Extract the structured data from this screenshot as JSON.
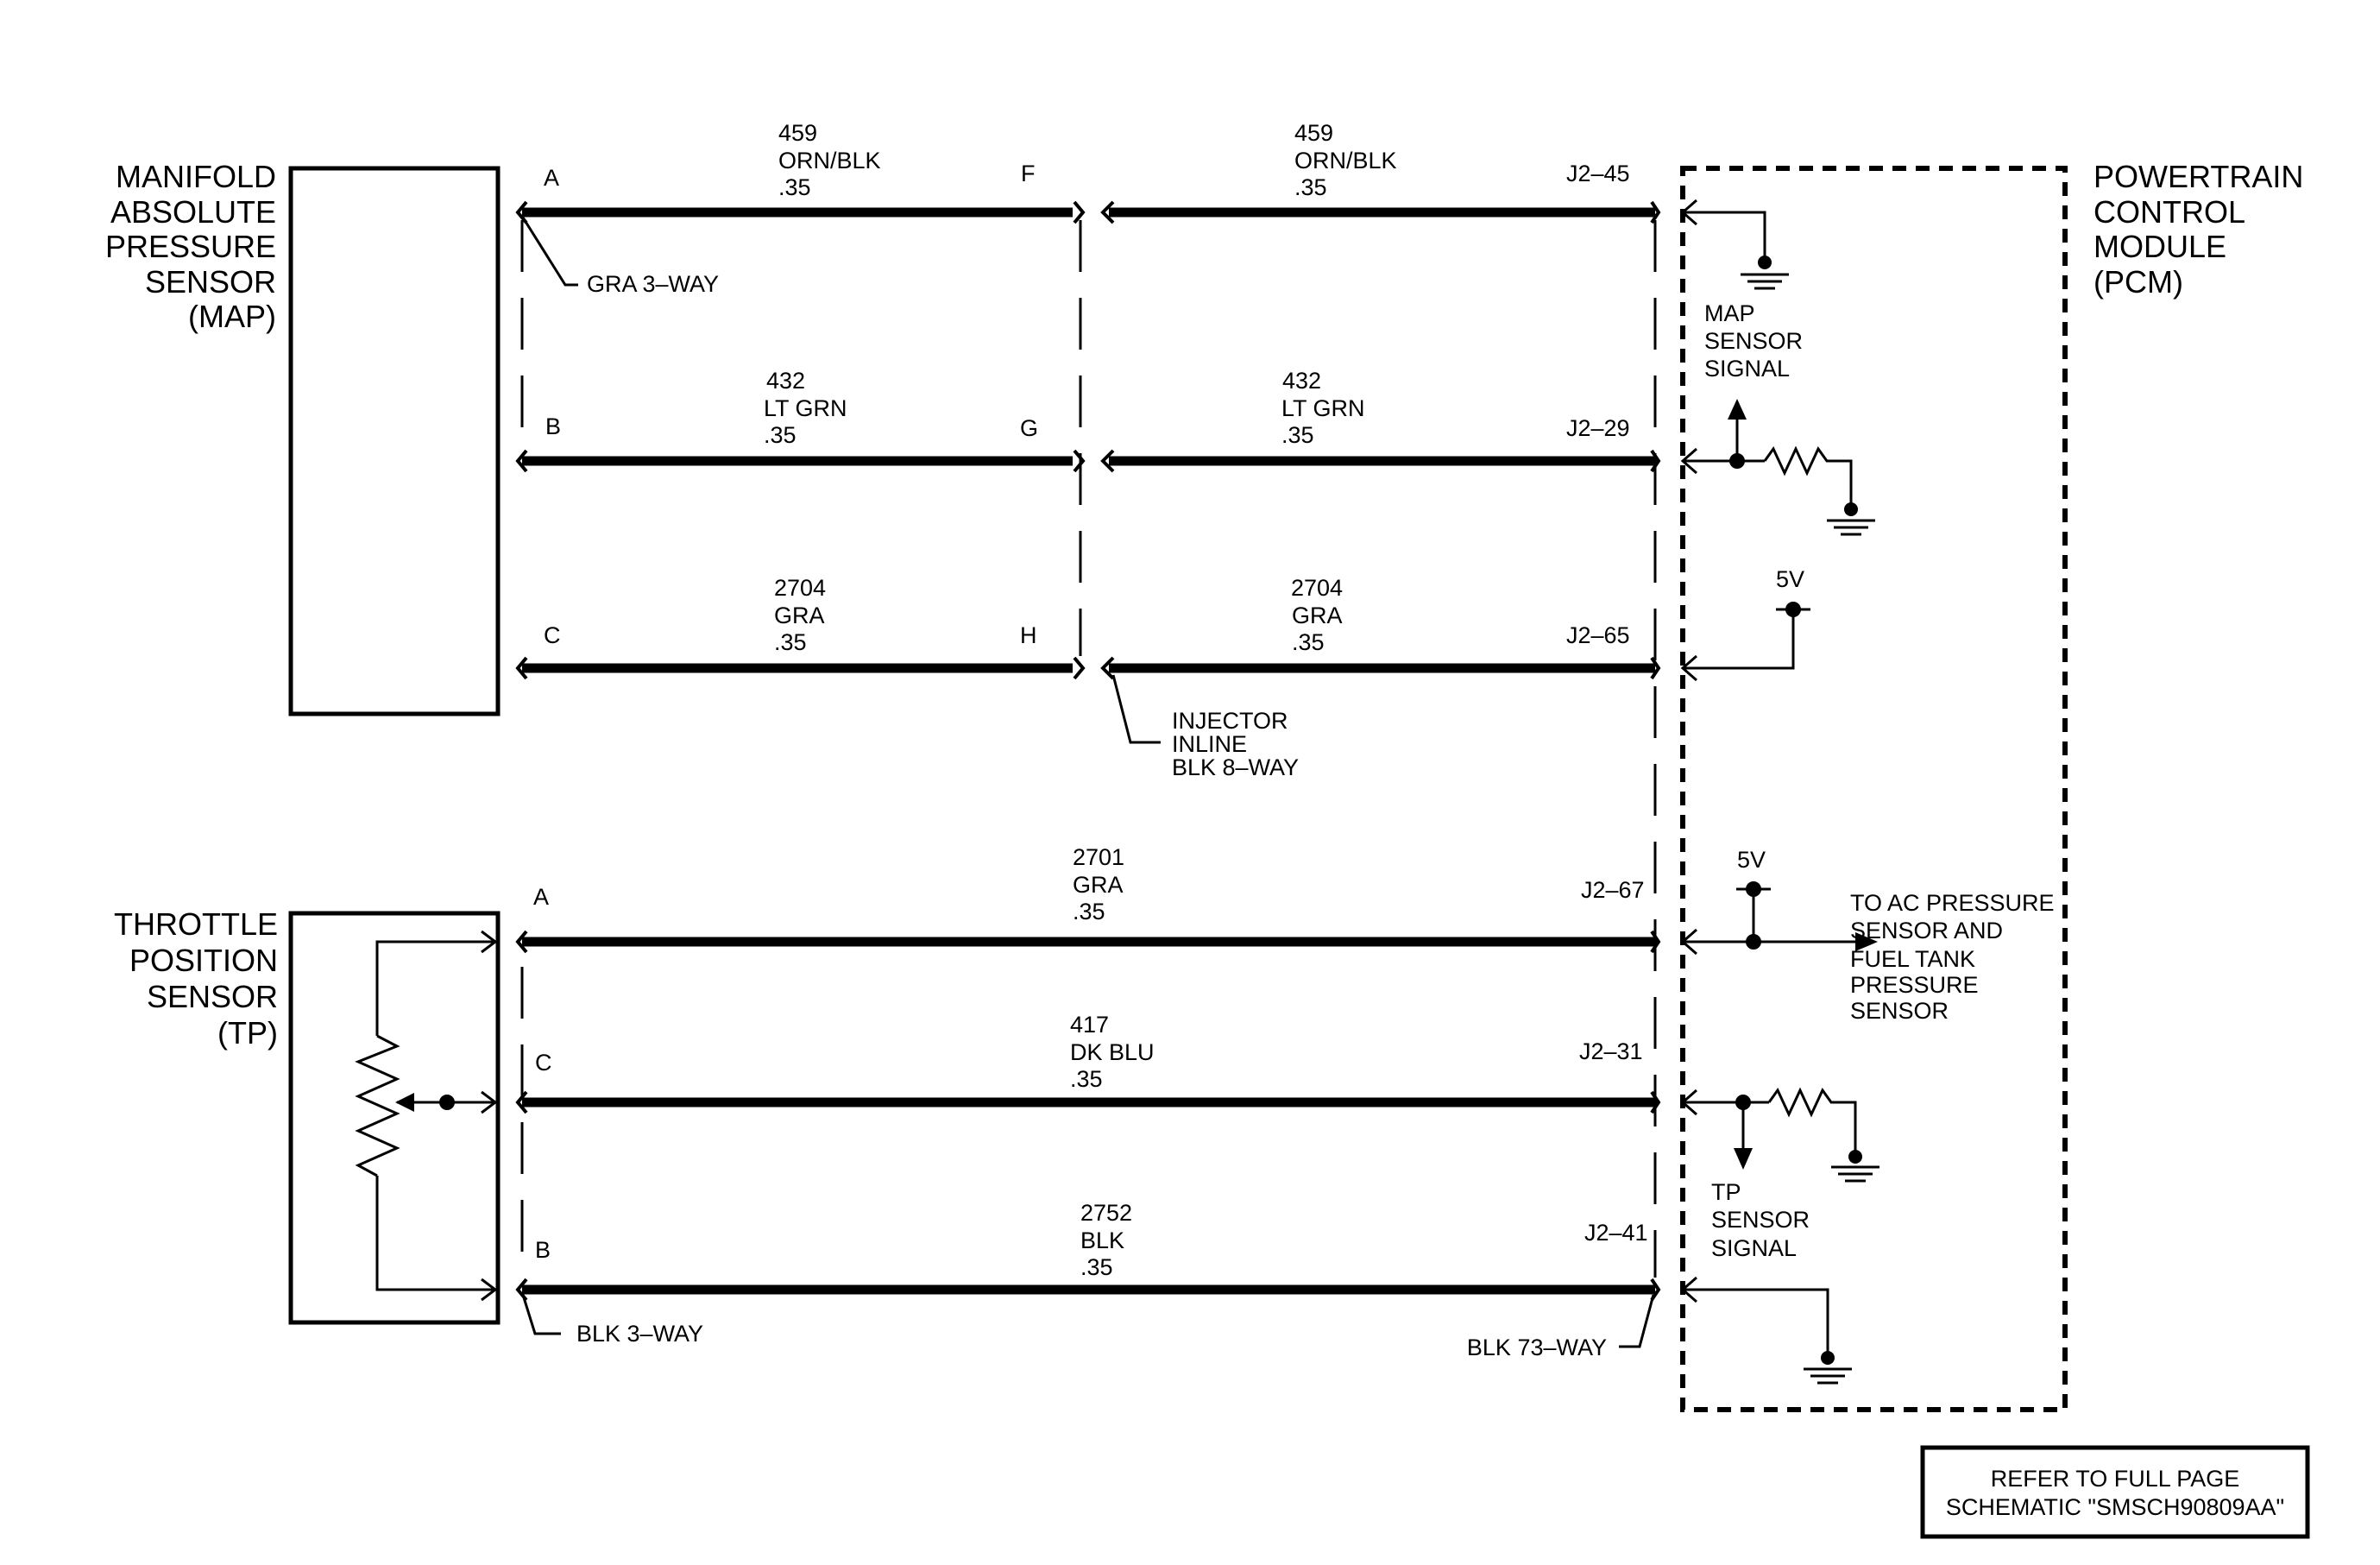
{
  "components": {
    "map_sensor": [
      "MANIFOLD",
      "ABSOLUTE",
      "PRESSURE",
      "SENSOR",
      "(MAP)"
    ],
    "tp_sensor": [
      "THROTTLE",
      "POSITION",
      "SENSOR",
      "(TP)"
    ],
    "pcm": [
      "POWERTRAIN",
      "CONTROL",
      "MODULE",
      "(PCM)"
    ]
  },
  "connectors": {
    "map_connector": "GRA 3–WAY",
    "inline_connector": [
      "INJECTOR",
      "INLINE",
      "BLK 8–WAY"
    ],
    "tp_connector": "BLK 3–WAY",
    "pcm_connector": "BLK 73–WAY"
  },
  "circuits": [
    {
      "id": "map_a",
      "sensor_pin": "A",
      "inline_pin": "F",
      "pcm_pin": "J2–45",
      "left": [
        "459",
        "ORN/BLK",
        ".35"
      ],
      "right": [
        "459",
        "ORN/BLK",
        ".35"
      ]
    },
    {
      "id": "map_b",
      "sensor_pin": "B",
      "inline_pin": "G",
      "pcm_pin": "J2–29",
      "left": [
        "432",
        "LT GRN",
        ".35"
      ],
      "right": [
        "432",
        "LT GRN",
        ".35"
      ]
    },
    {
      "id": "map_c",
      "sensor_pin": "C",
      "inline_pin": "H",
      "pcm_pin": "J2–65",
      "left": [
        "2704",
        "GRA",
        ".35"
      ],
      "right": [
        "2704",
        "GRA",
        ".35"
      ]
    },
    {
      "id": "tp_a",
      "sensor_pin": "A",
      "pcm_pin": "J2–67",
      "label": [
        "2701",
        "GRA",
        ".35"
      ]
    },
    {
      "id": "tp_c",
      "sensor_pin": "C",
      "pcm_pin": "J2–31",
      "label": [
        "417",
        "DK BLU",
        ".35"
      ]
    },
    {
      "id": "tp_b",
      "sensor_pin": "B",
      "pcm_pin": "J2–41",
      "label": [
        "2752",
        "BLK",
        ".35"
      ]
    }
  ],
  "pcm_labels": {
    "map_signal": [
      "MAP",
      "SENSOR",
      "SIGNAL"
    ],
    "five_volt_map": "5V",
    "five_volt_tp": "5V",
    "ac_note": [
      "TO AC PRESSURE",
      "SENSOR AND",
      "FUEL TANK",
      "PRESSURE",
      "SENSOR"
    ],
    "tp_signal": [
      "TP",
      "SENSOR",
      "SIGNAL"
    ]
  },
  "note": [
    "REFER TO FULL PAGE",
    "SCHEMATIC \"SMSCH90809AA\""
  ]
}
